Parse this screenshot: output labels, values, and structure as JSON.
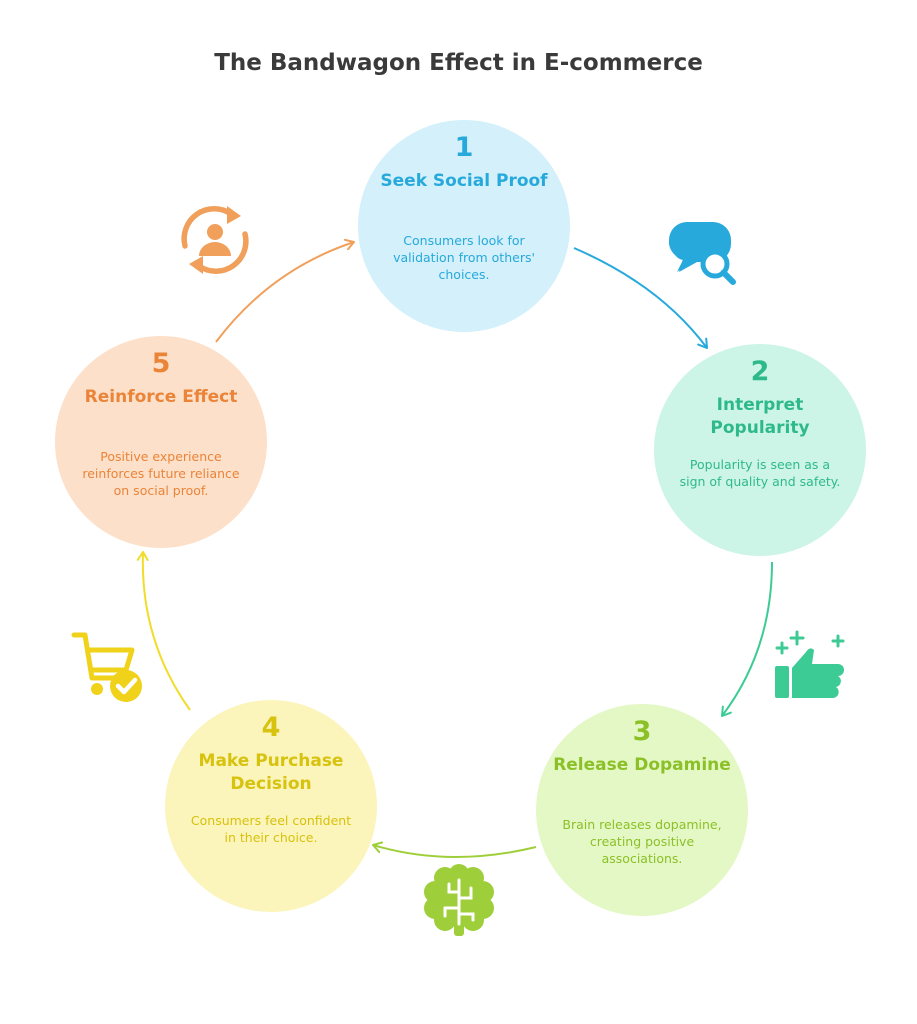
{
  "title": "The Bandwagon Effect in E-commerce",
  "steps": [
    {
      "number": "1",
      "heading": "Seek Social Proof",
      "description": "Consumers look for validation from others' choices.",
      "color": "#27a9dc",
      "background": "#d3f0fb",
      "icon": "chat-search-icon"
    },
    {
      "number": "2",
      "heading": "Interpret Popularity",
      "description": "Popularity is seen as a sign of quality and safety.",
      "color": "#2eb98b",
      "background": "#cdf5e7",
      "icon": "thumbs-up-icon"
    },
    {
      "number": "3",
      "heading": "Release Dopamine",
      "description": "Brain releases dopamine, creating positive associations.",
      "color": "#8cc027",
      "background": "#e4f8c6",
      "icon": "brain-icon"
    },
    {
      "number": "4",
      "heading": "Make Purchase Decision",
      "description": "Consumers feel confident in their choice.",
      "color": "#d7c20d",
      "background": "#fbf4bb",
      "icon": "cart-check-icon"
    },
    {
      "number": "5",
      "heading": "Reinforce Effect",
      "description": "Positive experience reinforces future reliance on social proof.",
      "color": "#ea8439",
      "background": "#fde0c9",
      "icon": "user-cycle-icon"
    }
  ]
}
